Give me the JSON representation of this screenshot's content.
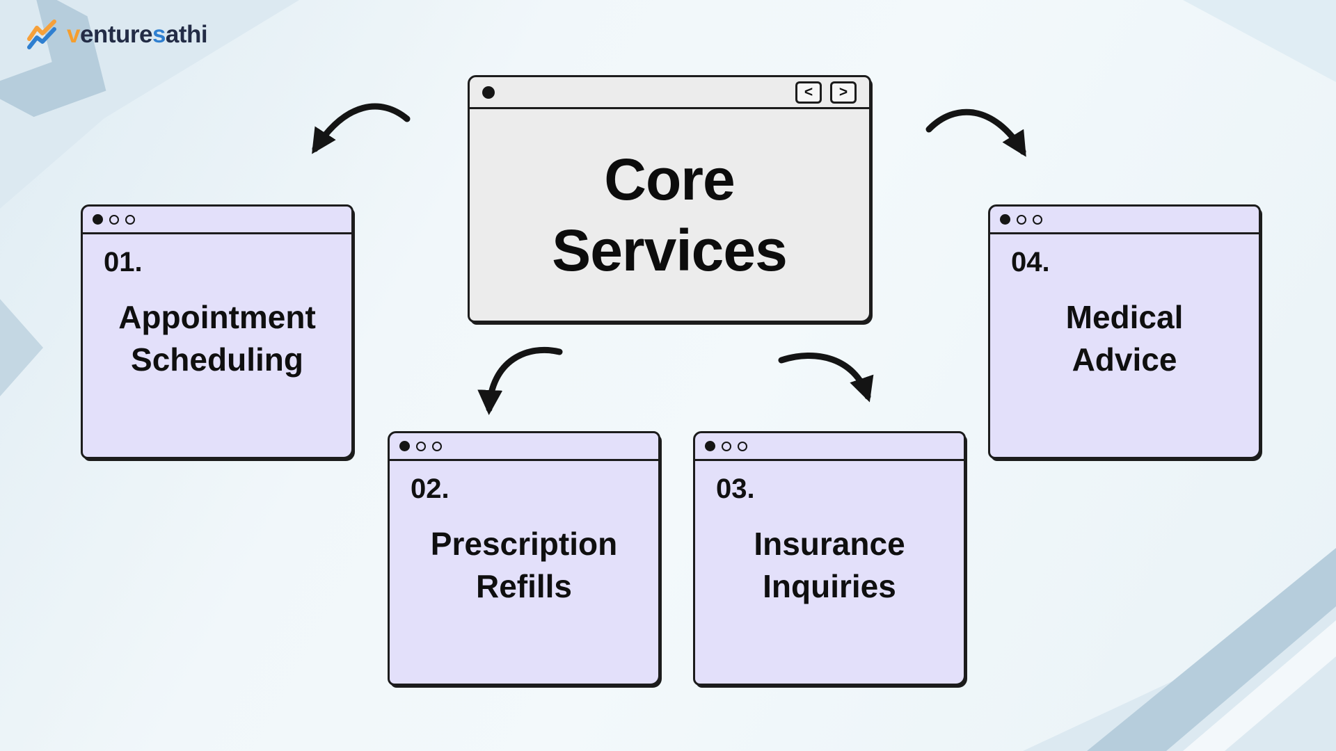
{
  "logo": {
    "segments": [
      {
        "text": "v"
      },
      {
        "text": "enture"
      },
      {
        "text": "s"
      },
      {
        "text": "athi"
      }
    ]
  },
  "center_window": {
    "title_line1": "Core",
    "title_line2": "Services",
    "back_label": "<",
    "forward_label": ">"
  },
  "service_cards": [
    {
      "number": "01.",
      "line1": "Appointment",
      "line2": "Scheduling"
    },
    {
      "number": "02.",
      "line1": "Prescription",
      "line2": "Refills"
    },
    {
      "number": "03.",
      "line1": "Insurance",
      "line2": "Inquiries"
    },
    {
      "number": "04.",
      "line1": "Medical",
      "line2": "Advice"
    }
  ],
  "colors": {
    "card_fill": "#e3e0fa",
    "center_fill": "#ececec",
    "outline": "#1c1c1c",
    "logo_orange": "#f59e2e",
    "logo_blue": "#2f7fd0",
    "logo_dark": "#232c46",
    "background": "#eef4f8"
  }
}
